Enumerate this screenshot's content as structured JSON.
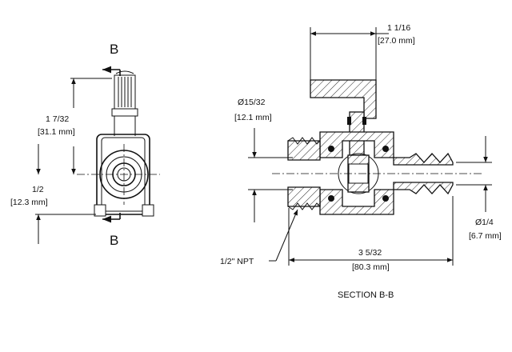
{
  "front_view": {
    "section_marker_top": "B",
    "section_marker_bottom": "B",
    "height_dim": {
      "fraction": "1 7/32",
      "metric": "[31.1 mm]"
    },
    "center_dim": {
      "fraction": "1/2",
      "metric": "[12.3 mm]"
    }
  },
  "section_view": {
    "handle_dim": {
      "fraction": "1 1/16",
      "metric": "[27.0 mm]"
    },
    "body_dia_dim": {
      "fraction": "Ø15/32",
      "metric": "[12.1 mm]"
    },
    "barb_dia_dim": {
      "fraction": "Ø1/4",
      "metric": "[6.7 mm]"
    },
    "length_dim": {
      "fraction": "3 5/32",
      "metric": "[80.3 mm]"
    },
    "thread_callout": "1/2\" NPT",
    "caption": "SECTION B-B"
  }
}
